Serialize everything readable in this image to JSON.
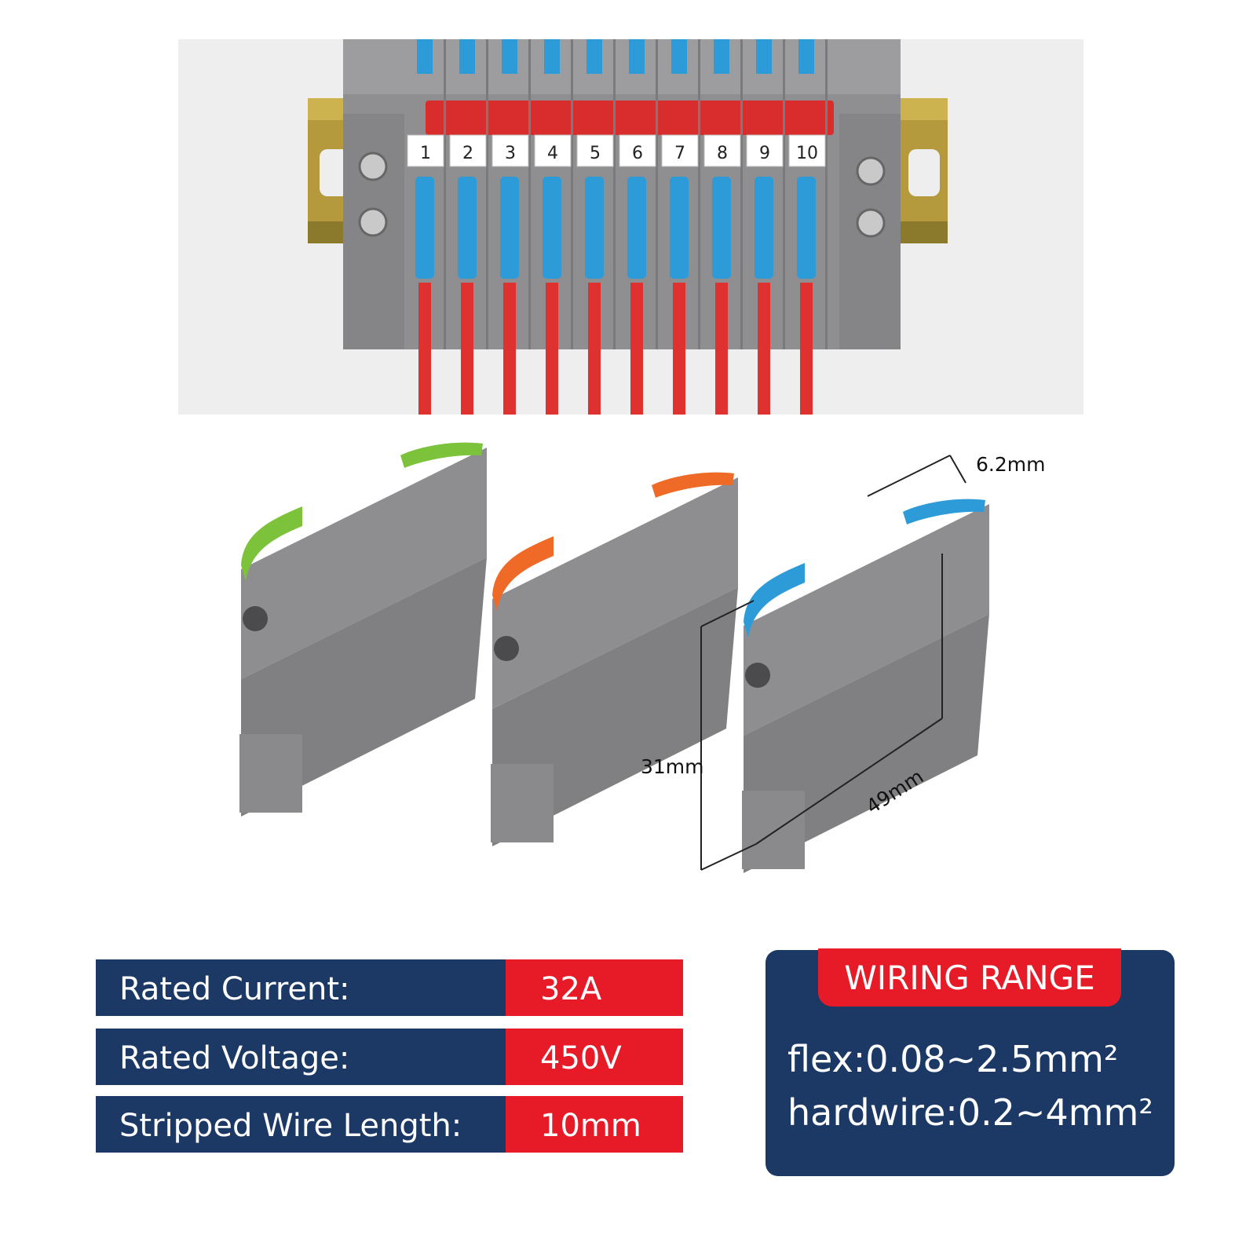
{
  "terminal_block_photo": {
    "terminal_numbers": [
      "1",
      "2",
      "3",
      "4",
      "5",
      "6",
      "7",
      "8",
      "9",
      "10"
    ]
  },
  "connectors": {
    "lever_colors": [
      "#7cc23a",
      "#ef6a26",
      "#2e9bd9"
    ],
    "dimensions": {
      "width": "6.2mm",
      "height": "31mm",
      "length": "49mm"
    }
  },
  "specs": [
    {
      "label": "Rated Current:",
      "value": "32A"
    },
    {
      "label": "Rated Voltage:",
      "value": "450V"
    },
    {
      "label": "Stripped Wire Length:",
      "value": "10mm"
    }
  ],
  "wiring_range": {
    "title": "WIRING RANGE",
    "flex": "flex:0.08~2.5mm²",
    "hardwire": "hardwire:0.2~4mm²"
  },
  "colors": {
    "navy": "#1c3865",
    "red": "#e61b27",
    "terminal_gray": "#8f8f92",
    "lever_blue": "#2e9bd9",
    "wire_red": "#e03131"
  }
}
